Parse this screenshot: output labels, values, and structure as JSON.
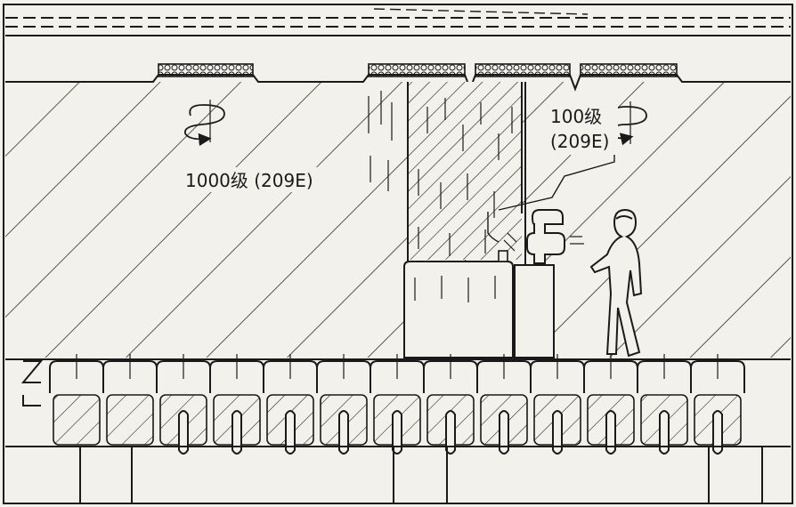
{
  "labels": {
    "class_1000": "1000级 (209E)",
    "class_100_line1": "100级",
    "class_100_line2": "(209E)"
  },
  "colors": {
    "ink": "#1a1a1a",
    "paper": "#f3f1ec",
    "filter": "#d9d9d9"
  },
  "icons": {
    "airflow_left": "swirl-arrow-icon",
    "airflow_right": "swirl-arrow-icon",
    "worker": "person-in-cleanroom-suit-icon"
  }
}
